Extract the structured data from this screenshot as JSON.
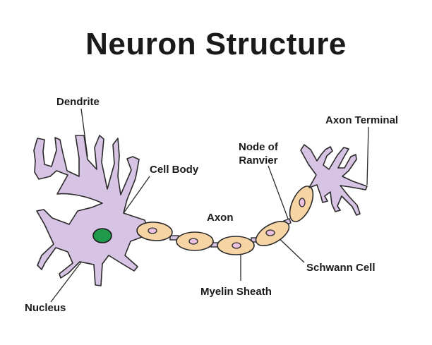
{
  "title": "Neuron Structure",
  "labels": {
    "dendrite": "Dendrite",
    "cell_body": "Cell Body",
    "axon": "Axon",
    "node_of_ranvier_line1": "Node of",
    "node_of_ranvier_line2": "Ranvier",
    "axon_terminal": "Axon Terminal",
    "schwann_cell": "Schwann Cell",
    "myelin_sheath": "Myelin Sheath",
    "nucleus": "Nucleus"
  },
  "colors": {
    "cell_fill": "#d7c3e3",
    "nucleus_fill": "#1e9a4a",
    "myelin_fill": "#f7d4a4",
    "schwann_nucleus_fill": "#ecc1df",
    "outline": "#2a2a2a"
  }
}
